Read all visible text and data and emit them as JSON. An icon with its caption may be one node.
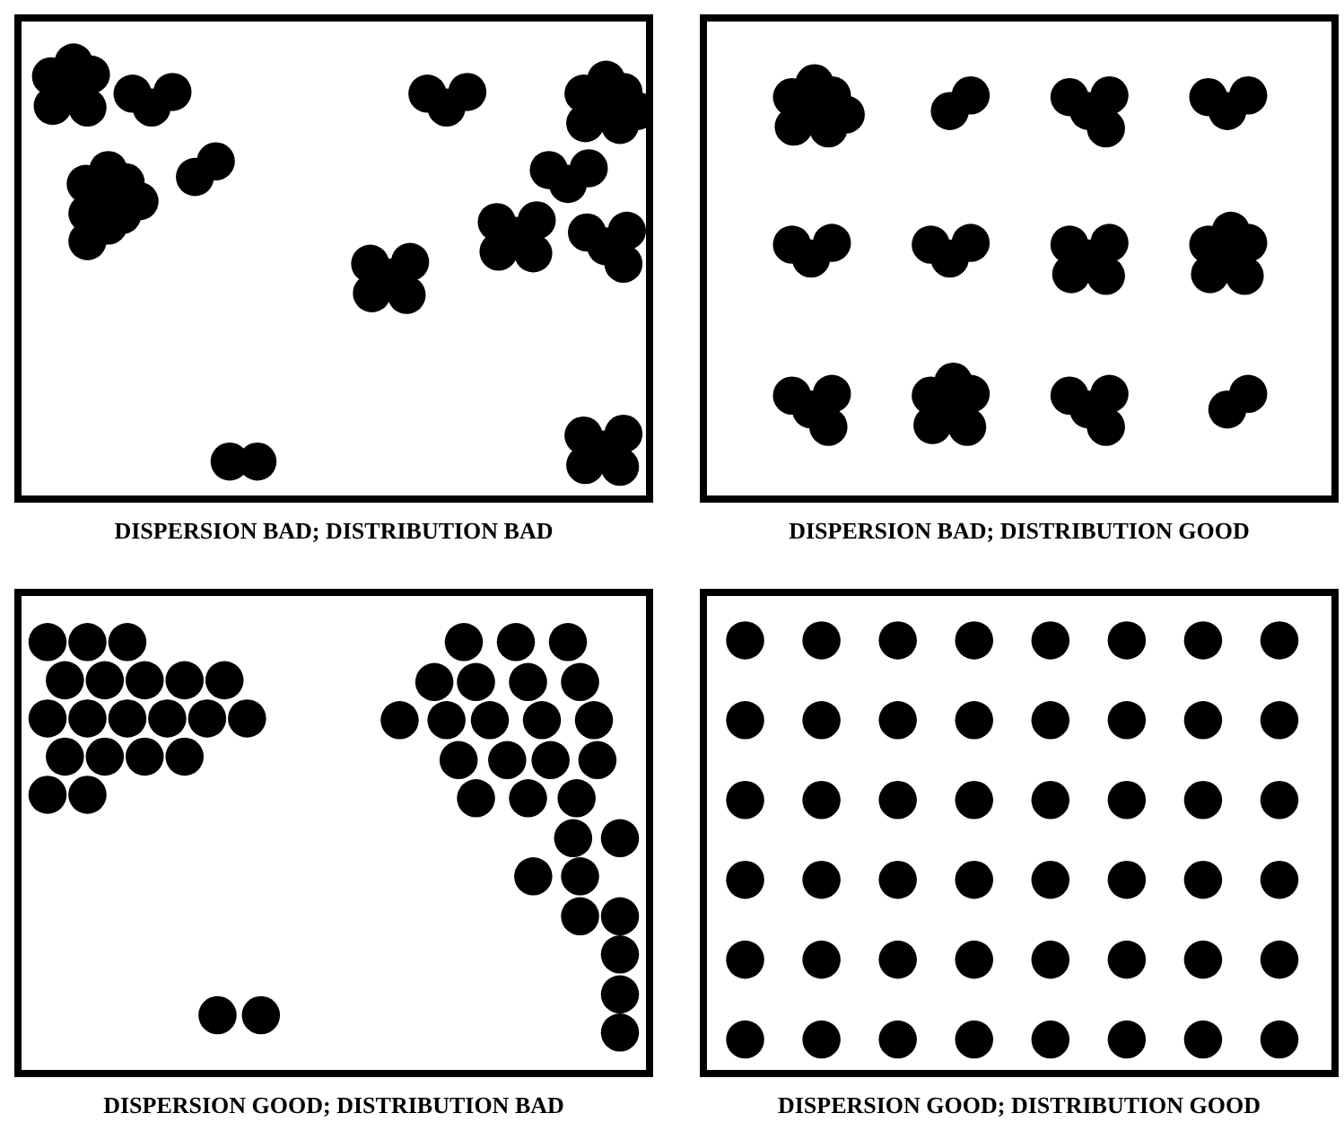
{
  "diagram": {
    "nodes": [
      {
        "text": [
          "DISPERSION BAD; DISTRIBUTION BAD"
        ]
      },
      {
        "text": [
          "DISPERSION BAD; DISTRIBUTION GOOD"
        ]
      },
      {
        "text": [
          "DISPERSION GOOD; DISTRIBUTION BAD"
        ]
      },
      {
        "text": [
          "DISPERSION GOOD; DISTRIBUTION GOOD"
        ]
      }
    ]
  }
}
